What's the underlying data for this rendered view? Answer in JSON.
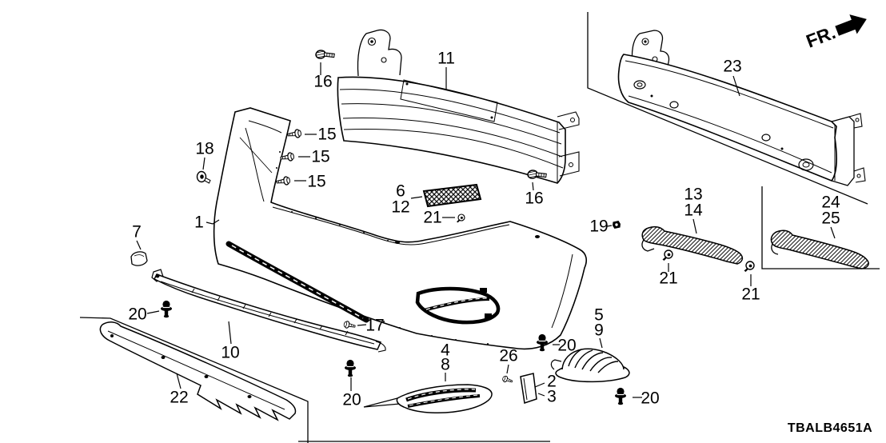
{
  "diagram": {
    "type": "exploded-parts-diagram",
    "direction_indicator": "FR.",
    "code": "TBALB4651A",
    "callouts": [
      {
        "text": "16"
      },
      {
        "text": "11"
      },
      {
        "text": "23"
      },
      {
        "text": "15"
      },
      {
        "text": "15"
      },
      {
        "text": "15"
      },
      {
        "text": "18"
      },
      {
        "text": "6"
      },
      {
        "text": "12"
      },
      {
        "text": "21"
      },
      {
        "text": "16"
      },
      {
        "text": "1"
      },
      {
        "text": "7"
      },
      {
        "text": "19"
      },
      {
        "text": "13"
      },
      {
        "text": "14"
      },
      {
        "text": "24"
      },
      {
        "text": "25"
      },
      {
        "text": "21"
      },
      {
        "text": "21"
      },
      {
        "text": "20"
      },
      {
        "text": "10"
      },
      {
        "text": "22"
      },
      {
        "text": "17"
      },
      {
        "text": "20"
      },
      {
        "text": "4"
      },
      {
        "text": "8"
      },
      {
        "text": "26"
      },
      {
        "text": "2"
      },
      {
        "text": "3"
      },
      {
        "text": "20"
      },
      {
        "text": "5"
      },
      {
        "text": "9"
      },
      {
        "text": "20"
      }
    ]
  }
}
